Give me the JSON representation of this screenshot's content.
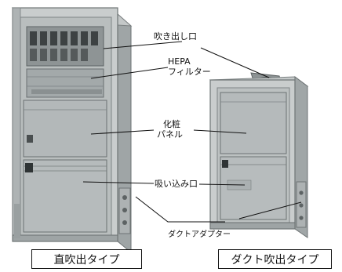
{
  "labels": {
    "outlet": "吹き出し口",
    "hepa_line1": "HEPA",
    "hepa_line2": "フィルター",
    "panel_line1": "化粧",
    "panel_line2": "パネル",
    "inlet": "吸い込み口",
    "duct_adapter": "ダクトアダプター"
  },
  "captions": {
    "left": "直吹出タイプ",
    "right": "ダクト吹出タイプ"
  }
}
